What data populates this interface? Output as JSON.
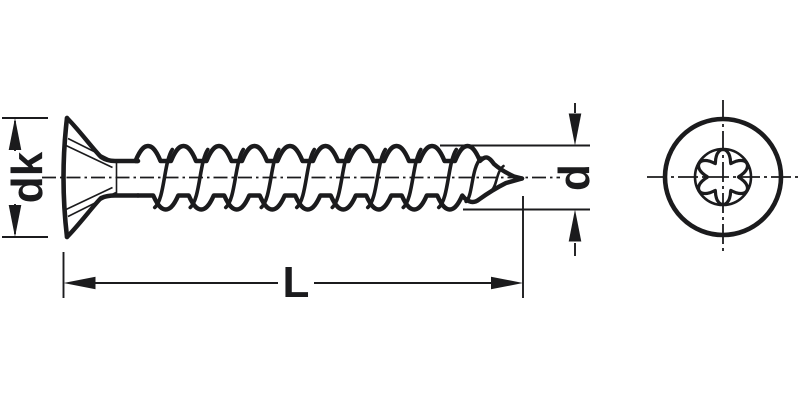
{
  "drawing": {
    "background_color": "#ffffff",
    "line_color": "#1b1b1d",
    "side_view": {
      "name": "countersunk-screw-side-view",
      "dim_head_diameter": "dk",
      "dim_thread_diameter": "d",
      "dim_length": "L"
    },
    "end_view": {
      "name": "screw-head-end-view",
      "drive": "torx-6-lobe-recess"
    }
  }
}
